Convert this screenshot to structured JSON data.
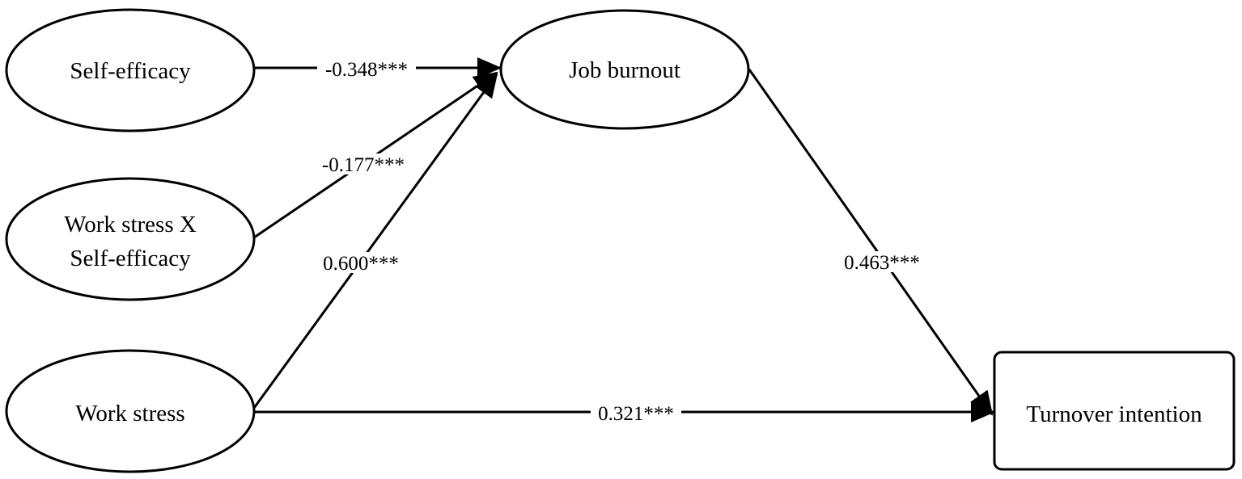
{
  "nodes": {
    "self_efficacy": {
      "lines": [
        "Self-efficacy"
      ]
    },
    "interaction": {
      "lines": [
        "Work stress X",
        "Self-efficacy"
      ]
    },
    "work_stress": {
      "lines": [
        "Work stress"
      ]
    },
    "job_burnout": {
      "lines": [
        "Job burnout"
      ]
    },
    "turnover_intention": {
      "lines": [
        "Turnover intention"
      ]
    }
  },
  "edges": {
    "self_efficacy_to_burnout": {
      "from": "Self-efficacy",
      "to": "Job burnout",
      "coefficient": "-0.348***"
    },
    "interaction_to_burnout": {
      "from": "Work stress X Self-efficacy",
      "to": "Job burnout",
      "coefficient": "-0.177***"
    },
    "stress_to_burnout": {
      "from": "Work stress",
      "to": "Job burnout",
      "coefficient": "0.600***"
    },
    "burnout_to_turnover": {
      "from": "Job burnout",
      "to": "Turnover intention",
      "coefficient": "0.463***"
    },
    "stress_to_turnover": {
      "from": "Work stress",
      "to": "Turnover intention",
      "coefficient": "0.321***"
    }
  }
}
